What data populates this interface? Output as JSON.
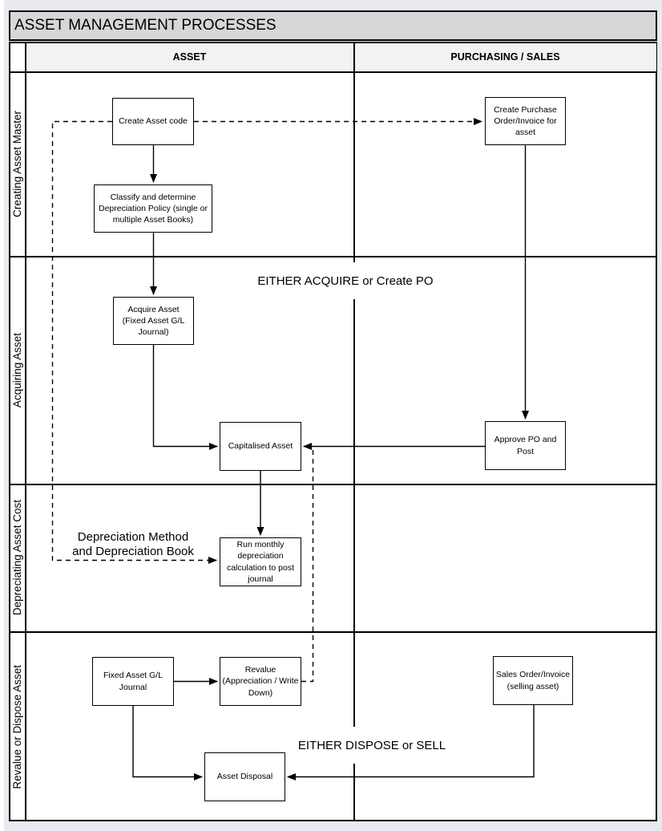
{
  "title": "ASSET MANAGEMENT PROCESSES",
  "columns": [
    {
      "label": "ASSET"
    },
    {
      "label": "PURCHASING / SALES"
    }
  ],
  "lanes": [
    {
      "label": "Creating Asset Master"
    },
    {
      "label": "Acquiring Asset"
    },
    {
      "label": "Depreciating Asset Cost"
    },
    {
      "label": "Revalue or Dispose Asset"
    }
  ],
  "nodes": {
    "create_asset_code": {
      "label": "Create Asset code",
      "lane": "Creating Asset Master",
      "column": "ASSET"
    },
    "classify_policy": {
      "label": "Classify and determine Depreciation Policy (single or multiple Asset Books)",
      "lane": "Creating Asset Master",
      "column": "ASSET"
    },
    "create_po": {
      "label": "Create Purchase Order/Invoice for asset",
      "lane": "Creating Asset Master",
      "column": "PURCHASING / SALES"
    },
    "acquire_asset": {
      "label": "Acquire Asset (Fixed Asset G/L Journal)",
      "lane": "Acquiring Asset",
      "column": "ASSET"
    },
    "capitalised_asset": {
      "label": "Capitalised Asset",
      "lane": "Acquiring Asset",
      "column": "ASSET"
    },
    "approve_po": {
      "label": "Approve PO and Post",
      "lane": "Acquiring Asset",
      "column": "PURCHASING / SALES"
    },
    "run_depreciation": {
      "label": "Run monthly depreciation calculation to post journal",
      "lane": "Depreciating Asset Cost",
      "column": "ASSET"
    },
    "fixed_asset_gl": {
      "label": "Fixed Asset G/L Journal",
      "lane": "Revalue or Dispose Asset",
      "column": "ASSET"
    },
    "revalue": {
      "label": "Revalue (Appreciation / Write Down)",
      "lane": "Revalue or Dispose Asset",
      "column": "ASSET"
    },
    "asset_disposal": {
      "label": "Asset Disposal",
      "lane": "Revalue or Dispose Asset",
      "column": "ASSET"
    },
    "sales_order": {
      "label": "Sales Order/Invoice (selling asset)",
      "lane": "Revalue or Dispose Asset",
      "column": "PURCHASING / SALES"
    }
  },
  "edges": [
    {
      "from": "create_asset_code",
      "to": "classify_policy",
      "style": "solid"
    },
    {
      "from": "classify_policy",
      "to": "acquire_asset",
      "style": "solid"
    },
    {
      "from": "create_asset_code",
      "to": "create_po",
      "style": "dashed"
    },
    {
      "from": "create_asset_code",
      "to": "run_depreciation",
      "style": "dashed"
    },
    {
      "from": "create_po",
      "to": "approve_po",
      "style": "solid"
    },
    {
      "from": "acquire_asset",
      "to": "capitalised_asset",
      "style": "solid"
    },
    {
      "from": "approve_po",
      "to": "capitalised_asset",
      "style": "solid"
    },
    {
      "from": "capitalised_asset",
      "to": "run_depreciation",
      "style": "solid"
    },
    {
      "from": "revalue",
      "to": "capitalised_asset",
      "style": "dashed"
    },
    {
      "from": "fixed_asset_gl",
      "to": "revalue",
      "style": "solid"
    },
    {
      "from": "fixed_asset_gl",
      "to": "asset_disposal",
      "style": "solid"
    },
    {
      "from": "sales_order",
      "to": "asset_disposal",
      "style": "solid"
    }
  ],
  "annotations": {
    "either_acquire": "EITHER ACQUIRE or Create PO",
    "either_dispose": "EITHER DISPOSE or SELL",
    "depreciation_note_line1": "Depreciation Method",
    "depreciation_note_line2": "and Depreciation Book"
  },
  "colors": {
    "page_background": "#e9e9f0",
    "title_bar_fill": "#d7d7d7",
    "header_fill": "#f2f2f2",
    "line": "#000000",
    "node_fill": "#ffffff"
  }
}
